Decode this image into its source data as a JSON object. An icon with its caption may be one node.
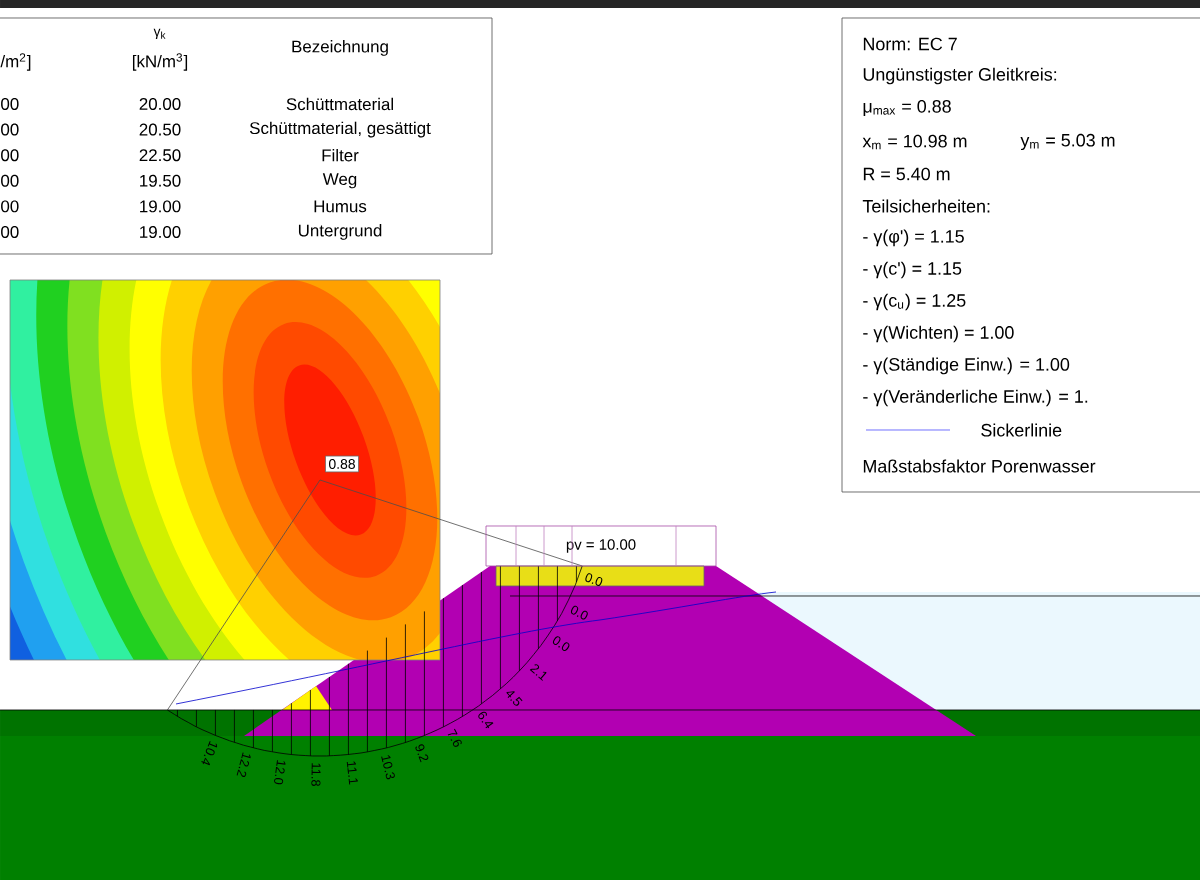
{
  "diagram": {
    "nodes": [
      {
        "text": [
          "0.88"
        ]
      },
      {
        "text": [
          "pv = 10.00"
        ]
      }
    ],
    "labels": [
      "/m$^{2}$]",
      "γ$_{k}$",
      "[kN/m$^{3}$]",
      "Bezeichnung",
      "00",
      "20.00",
      "Schüttmaterial",
      "00",
      "20.50",
      "Schüttmaterial, gesättigt",
      "00",
      "22.50",
      "Filter",
      "00",
      "19.50",
      "Weg",
      "00",
      "19.00",
      "Humus",
      "00",
      "19.00",
      "Untergrund",
      "Norm:  EC 7",
      "Ungünstigster Gleitkreis:",
      "μ$_{max}$ = 0.88",
      "x$_{m}$ = 10.98 m",
      "y$_{m}$ = 5.03 m",
      "R = 5.40 m",
      "Teilsicherheiten:",
      "- γ(φ') = 1.15",
      "- γ(c') = 1.15",
      "- γ(c$_{u}$) = 1.25",
      "- γ(Wichten) = 1.00",
      "- γ(Ständige Einw.) = 1.00",
      "- γ(Veränderliche Einw.) = 1.",
      "Maßstabsfaktor Porenwasser",
      "0.0",
      "0.0",
      "0.0",
      "2.1",
      "4.5",
      "6.4",
      "7.6",
      "9.2",
      "10.3",
      "11.1",
      "11.8",
      "12.0",
      "12.2",
      "10.4"
    ],
    "legend": [
      {
        "text": "Sickerlinie"
      }
    ]
  }
}
